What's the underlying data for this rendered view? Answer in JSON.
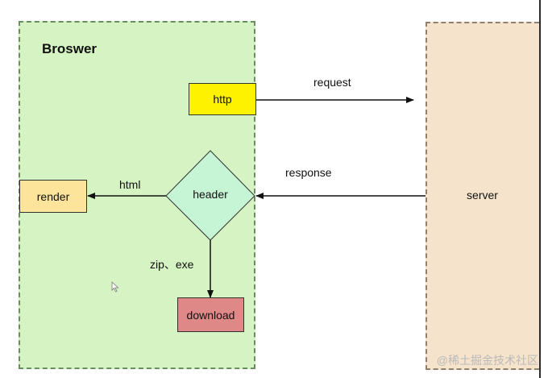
{
  "browser": {
    "title": "Broswer"
  },
  "server": {
    "label": "server"
  },
  "nodes": {
    "http": "http",
    "header": "header",
    "render": "render",
    "download": "download"
  },
  "edges": {
    "request": "request",
    "response": "response",
    "html": "html",
    "zip_exe": "zip、exe"
  },
  "watermark": "@稀土掘金技术社区",
  "colors": {
    "browser_bg": "#d5f3c3",
    "server_bg": "#f6e3cb",
    "http_fill": "#fff200",
    "header_fill": "#c6f5d6",
    "render_fill": "#fce59a",
    "download_fill": "#de8888"
  }
}
